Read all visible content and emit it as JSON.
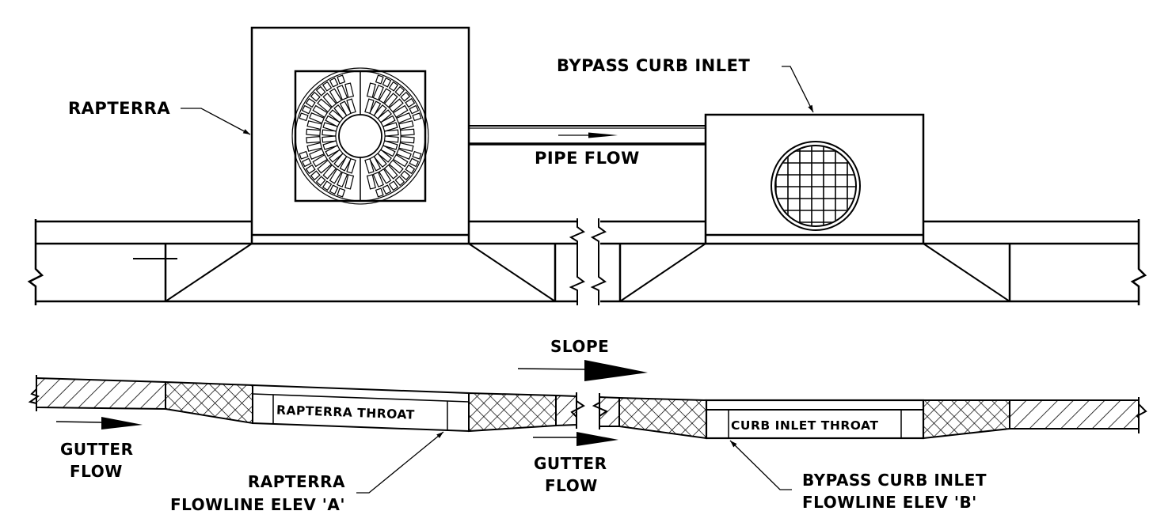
{
  "diagram": {
    "title": "Rapterra and bypass curb inlet plan and profile",
    "colors": {
      "ink": "#000000",
      "paper": "#ffffff"
    },
    "plan_view": {
      "labels": {
        "rapterra": "RAPTERRA",
        "bypass_curb_inlet": "BYPASS CURB INLET",
        "pipe_flow": "PIPE FLOW"
      },
      "icons": {
        "rapterra_grate": "radial-tree-grate",
        "curb_inlet_grate": "circular-grid-grate",
        "break_line": "zigzag-break-line"
      }
    },
    "profile_view": {
      "labels": {
        "slope": "SLOPE",
        "gutter_flow_left_line1": "GUTTER",
        "gutter_flow_left_line2": "FLOW",
        "gutter_flow_mid_line1": "GUTTER",
        "gutter_flow_mid_line2": "FLOW",
        "rapterra_throat": "RAPTERRA THROAT",
        "curb_inlet_throat": "CURB INLET THROAT",
        "rapterra_flowline_line1": "RAPTERRA",
        "rapterra_flowline_line2": "FLOWLINE ELEV 'A'",
        "bypass_flowline_line1": "BYPASS CURB INLET",
        "bypass_flowline_line2": "FLOWLINE ELEV 'B'"
      },
      "legend_hatches": {
        "diagonal": "gutter-pavement",
        "crosshatch": "transition-section"
      }
    }
  }
}
